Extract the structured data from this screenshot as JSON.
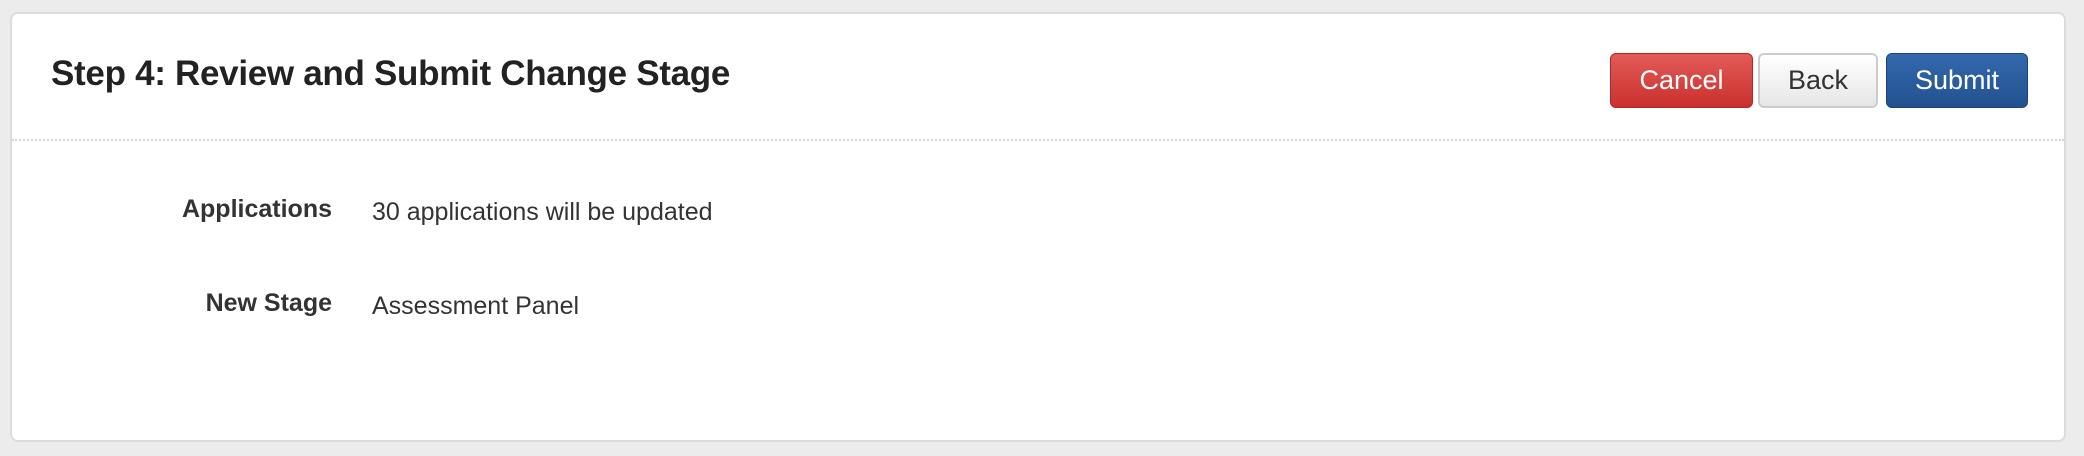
{
  "header": {
    "title": "Step 4: Review and Submit Change Stage"
  },
  "buttons": {
    "cancel": "Cancel",
    "back": "Back",
    "submit": "Submit"
  },
  "colors": {
    "cancel": "#d9534f",
    "submit": "#2a5ea0"
  },
  "details": [
    {
      "label": "Applications",
      "value": "30 applications will be updated"
    },
    {
      "label": "New Stage",
      "value": "Assessment Panel"
    }
  ]
}
